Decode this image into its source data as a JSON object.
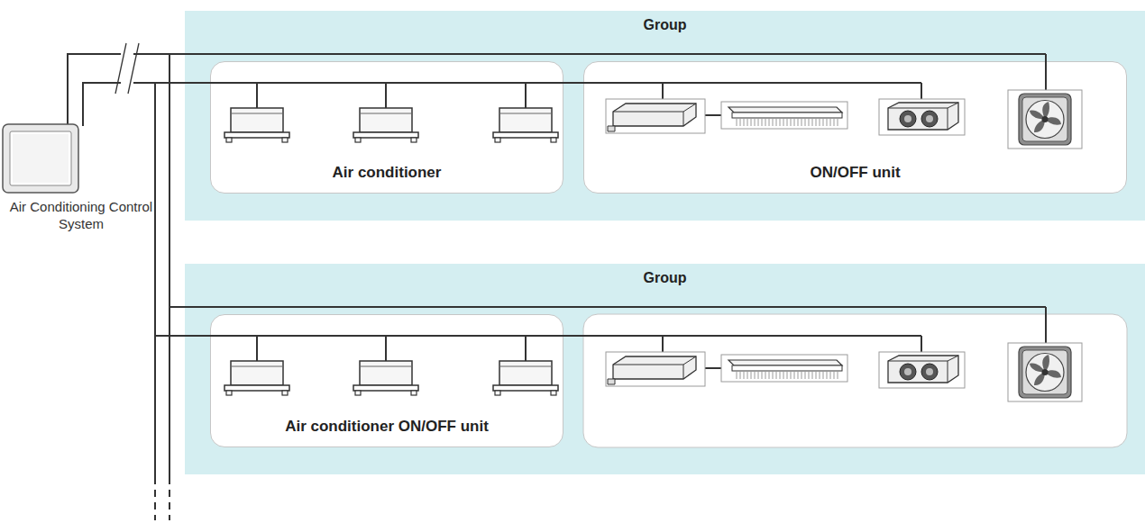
{
  "diagram": {
    "nodes": [
      {
        "text": [
          "Air Conditioning Control System"
        ]
      },
      {
        "text": [
          "Group"
        ]
      },
      {
        "text": [
          "Air conditioner"
        ],
        "in": 1
      },
      {
        "text": [
          "ON/OFF unit"
        ],
        "in": 1
      },
      {
        "text": [
          "Group"
        ]
      },
      {
        "text": [
          "Air conditioner ON/OFF unit"
        ],
        "in": 4
      }
    ]
  }
}
